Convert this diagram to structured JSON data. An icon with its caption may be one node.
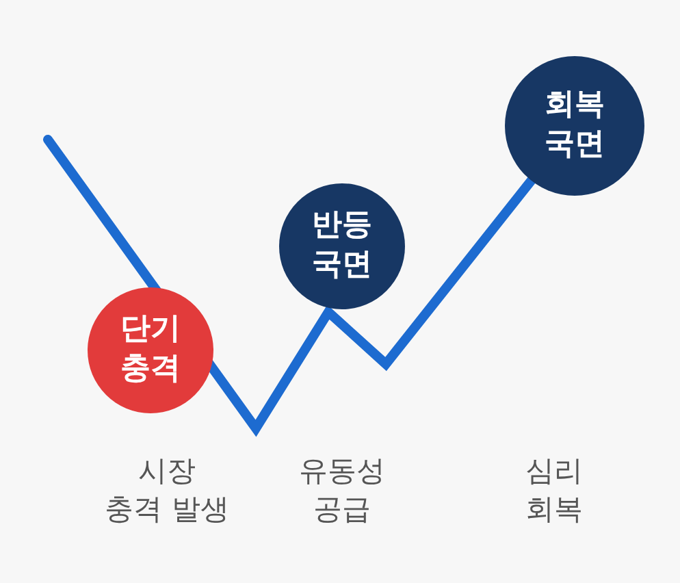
{
  "diagram": {
    "nodes": [
      {
        "text": [
          "단기 충격"
        ]
      },
      {
        "text": [
          "반등 국면"
        ]
      },
      {
        "text": [
          "회복 국면"
        ]
      }
    ],
    "labels": [
      "시장 충격 발생",
      "유동성 공급",
      "심리 회복"
    ]
  }
}
